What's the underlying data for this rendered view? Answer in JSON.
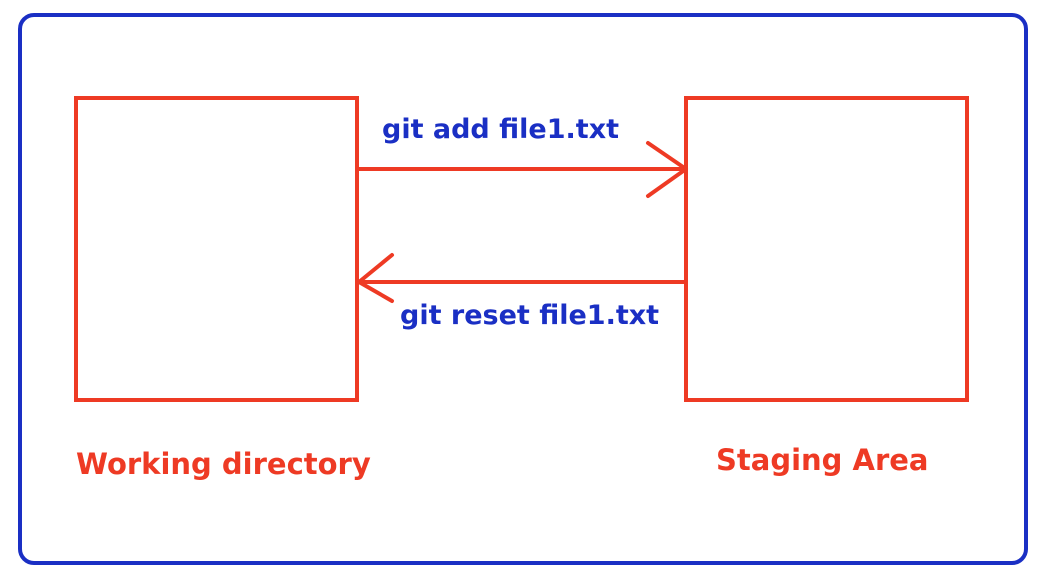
{
  "colors": {
    "frame": "#1a2fc4",
    "boxes": "#ee3a24",
    "arrows": "#ee3a24",
    "command_text": "#1a2fc4",
    "label_text": "#ee3a24"
  },
  "nodes": {
    "working_directory": {
      "label": "Working directory"
    },
    "staging_area": {
      "label": "Staging Area"
    }
  },
  "edges": [
    {
      "from": "working_directory",
      "to": "staging_area",
      "label": "git add file1.txt"
    },
    {
      "from": "staging_area",
      "to": "working_directory",
      "label": "git reset file1.txt"
    }
  ]
}
